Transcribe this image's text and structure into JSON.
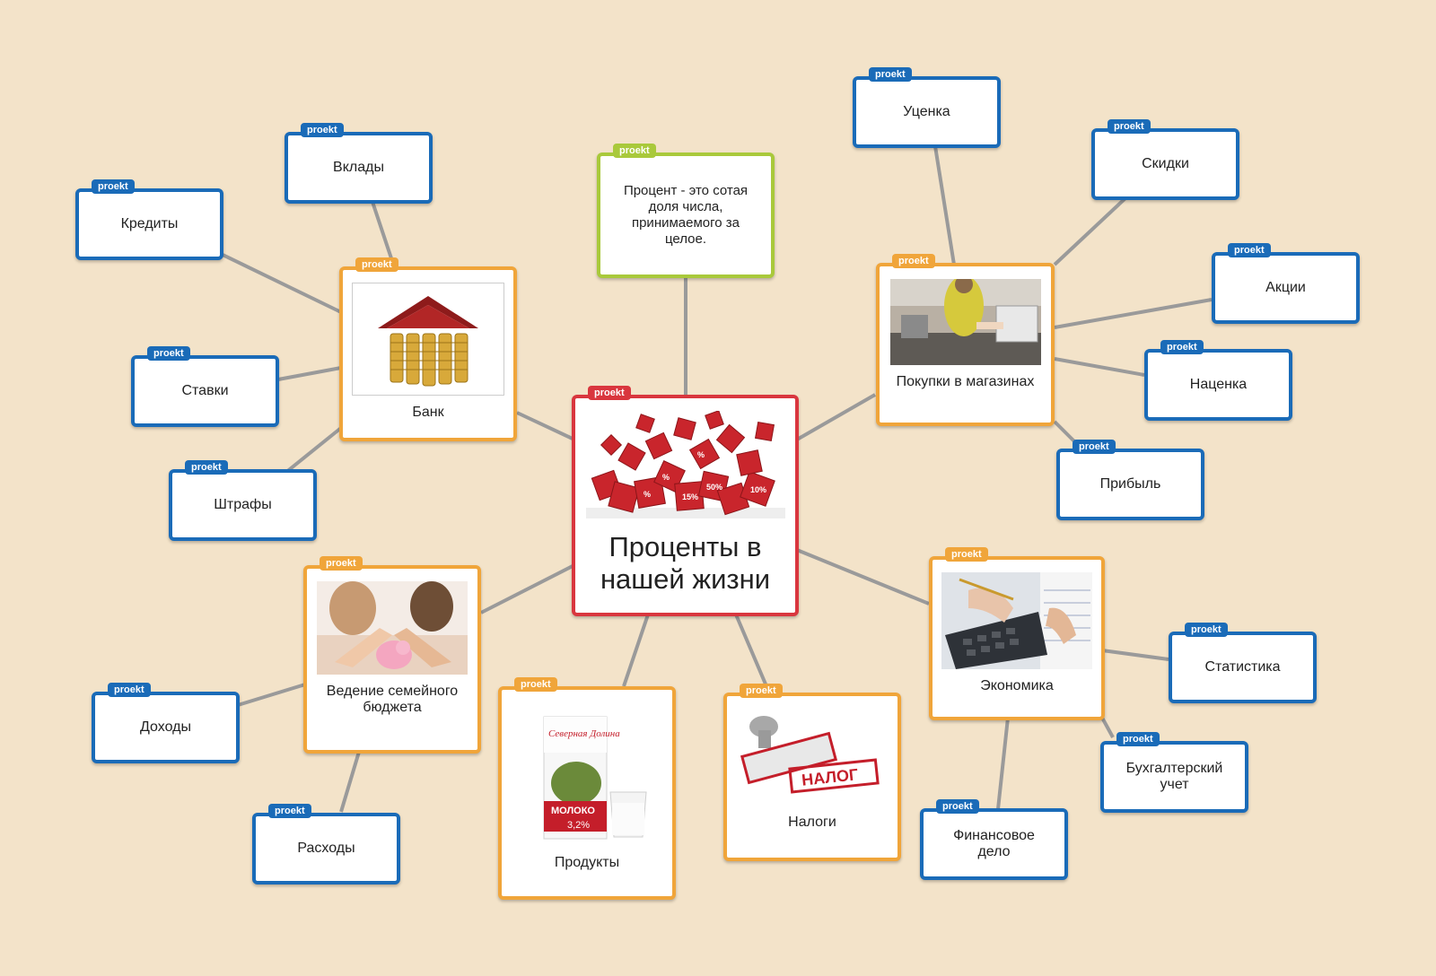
{
  "tag_text": "proekt",
  "colors": {
    "background": "#f3e3c9",
    "connector": "#9a9a9a",
    "blue": "#1a6bb8",
    "orange": "#f0a53a",
    "green": "#a9c93b",
    "red": "#d9363e"
  },
  "center": {
    "title": "Проценты в\nнашей жизни",
    "image": "percent-cubes-image"
  },
  "definition": {
    "text": "Процент - это сотая\nдоля числа,\nпринимаемого за\nцелое."
  },
  "topics": {
    "bank": {
      "label": "Банк",
      "image": "coin-house-image"
    },
    "shopping": {
      "label": "Покупки в магазинах",
      "image": "cashier-image"
    },
    "family_budget": {
      "label": "Ведение семейного\nбюджета",
      "image": "piggy-bank-image"
    },
    "products": {
      "label": "Продукты",
      "image": "milk-carton-image"
    },
    "taxes": {
      "label": "Налоги",
      "image": "tax-stamp-image"
    },
    "economy": {
      "label": "Экономика",
      "image": "calculator-image"
    }
  },
  "leaves": {
    "deposits": "Вклады",
    "credits": "Кредиты",
    "rates": "Ставки",
    "fines": "Штрафы",
    "markdown": "Уценка",
    "discounts": "Скидки",
    "promotions": "Акции",
    "markup": "Наценка",
    "profit": "Прибыль",
    "income": "Доходы",
    "expenses": "Расходы",
    "statistics": "Статистика",
    "accounting": "Бухгалтерский\nучет",
    "finance": "Финансовое\nдело"
  },
  "image_text": {
    "milk_brand": "Северная Долина",
    "milk_word": "МОЛОКО",
    "milk_fat": "3,2%",
    "stamp_word": "НАЛОГ"
  }
}
